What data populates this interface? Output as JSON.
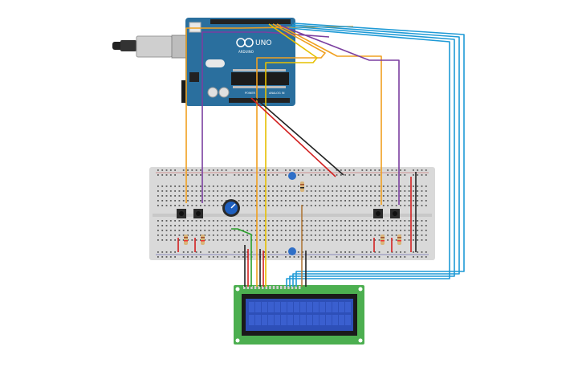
{
  "arduino": {
    "brand_label": "UNO",
    "sub_label": "ARDUINO",
    "power_label": "POWER",
    "analog_label": "ANALOG IN"
  },
  "colors": {
    "arduino_board": "#2a6f9e",
    "breadboard": "#d9d9d9",
    "lcd_board": "#4caf50",
    "lcd_screen": "#2d4fb8",
    "wire_orange": "#f0a020",
    "wire_purple": "#7b3fa0",
    "wire_cyan": "#1e9ad6",
    "wire_red": "#d22020",
    "wire_black": "#222222",
    "wire_yellow": "#e6c000",
    "wire_green": "#2aa02a",
    "wire_brown": "#b0783a",
    "pot_knob": "#1e5fbf",
    "capacitor": "#2f6fc7"
  },
  "components": [
    "arduino-uno",
    "usb-cable",
    "breadboard",
    "pushbutton-left-1",
    "pushbutton-left-2",
    "pushbutton-right-1",
    "pushbutton-right-2",
    "potentiometer",
    "lcd-16x2"
  ]
}
